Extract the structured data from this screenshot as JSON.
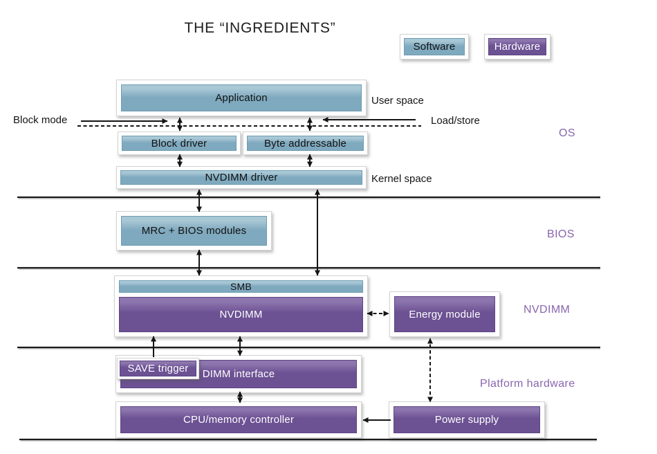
{
  "title": "THE “INGREDIENTS”",
  "legend": {
    "software": "Software",
    "hardware": "Hardware"
  },
  "boxes": {
    "application": "Application",
    "block_driver": "Block driver",
    "byte_addressable": "Byte addressable",
    "nvdimm_driver": "NVDIMM driver",
    "mrc_bios": "MRC + BIOS modules",
    "smb": "SMB",
    "nvdimm": "NVDIMM",
    "energy_module": "Energy module",
    "save_trigger": "SAVE trigger",
    "dimm_interface": "DIMM interface",
    "cpu_memory": "CPU/memory controller",
    "power_supply": "Power supply"
  },
  "section_labels": {
    "os": "OS",
    "bios": "BIOS",
    "nvdimm": "NVDIMM",
    "platform": "Platform hardware"
  },
  "annotations": {
    "user_space": "User space",
    "kernel_space": "Kernel space",
    "block_mode": "Block mode",
    "load_store": "Load/store"
  },
  "colors": {
    "software": "#7fa9be",
    "software-hi": "#a9c8d6",
    "hardware": "#6c5193",
    "hardware-hi": "#8d76ae",
    "sectioncolor": "#8865ae",
    "ink": "#161616"
  }
}
